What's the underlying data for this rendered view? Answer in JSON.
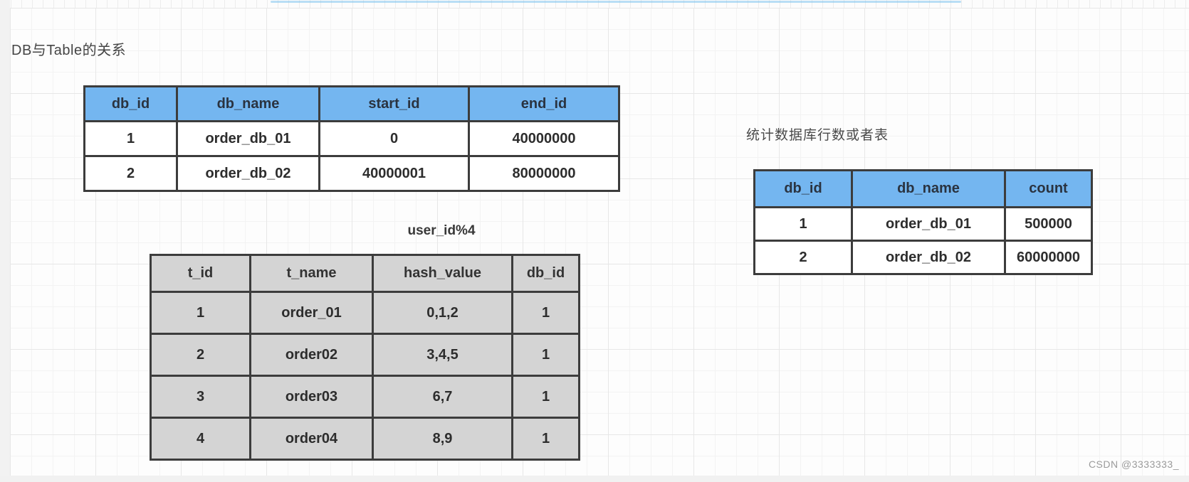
{
  "canvas": {
    "title": "DB与Table的关系",
    "watermark": "CSDN @3333333_"
  },
  "db_range_table": {
    "columns": [
      "db_id",
      "db_name",
      "start_id",
      "end_id"
    ],
    "rows": [
      [
        "1",
        "order_db_01",
        "0",
        "40000000"
      ],
      [
        "2",
        "order_db_02",
        "40000001",
        "80000000"
      ]
    ]
  },
  "hash_table": {
    "caption": "user_id%4",
    "columns": [
      "t_id",
      "t_name",
      "hash_value",
      "db_id"
    ],
    "rows": [
      [
        "1",
        "order_01",
        "0,1,2",
        "1"
      ],
      [
        "2",
        "order02",
        "3,4,5",
        "1"
      ],
      [
        "3",
        "order03",
        "6,7",
        "1"
      ],
      [
        "4",
        "order04",
        "8,9",
        "1"
      ]
    ]
  },
  "count_table": {
    "label": "统计数据库行数或者表",
    "columns": [
      "db_id",
      "db_name",
      "count"
    ],
    "rows": [
      [
        "1",
        "order_db_01",
        "500000"
      ],
      [
        "2",
        "order_db_02",
        "60000000"
      ]
    ]
  },
  "colors": {
    "header_blue": "#74b6f0",
    "cell_gray": "#d4d4d4",
    "table_border": "#3c3c3c",
    "grid_line": "#e7e7e7"
  }
}
